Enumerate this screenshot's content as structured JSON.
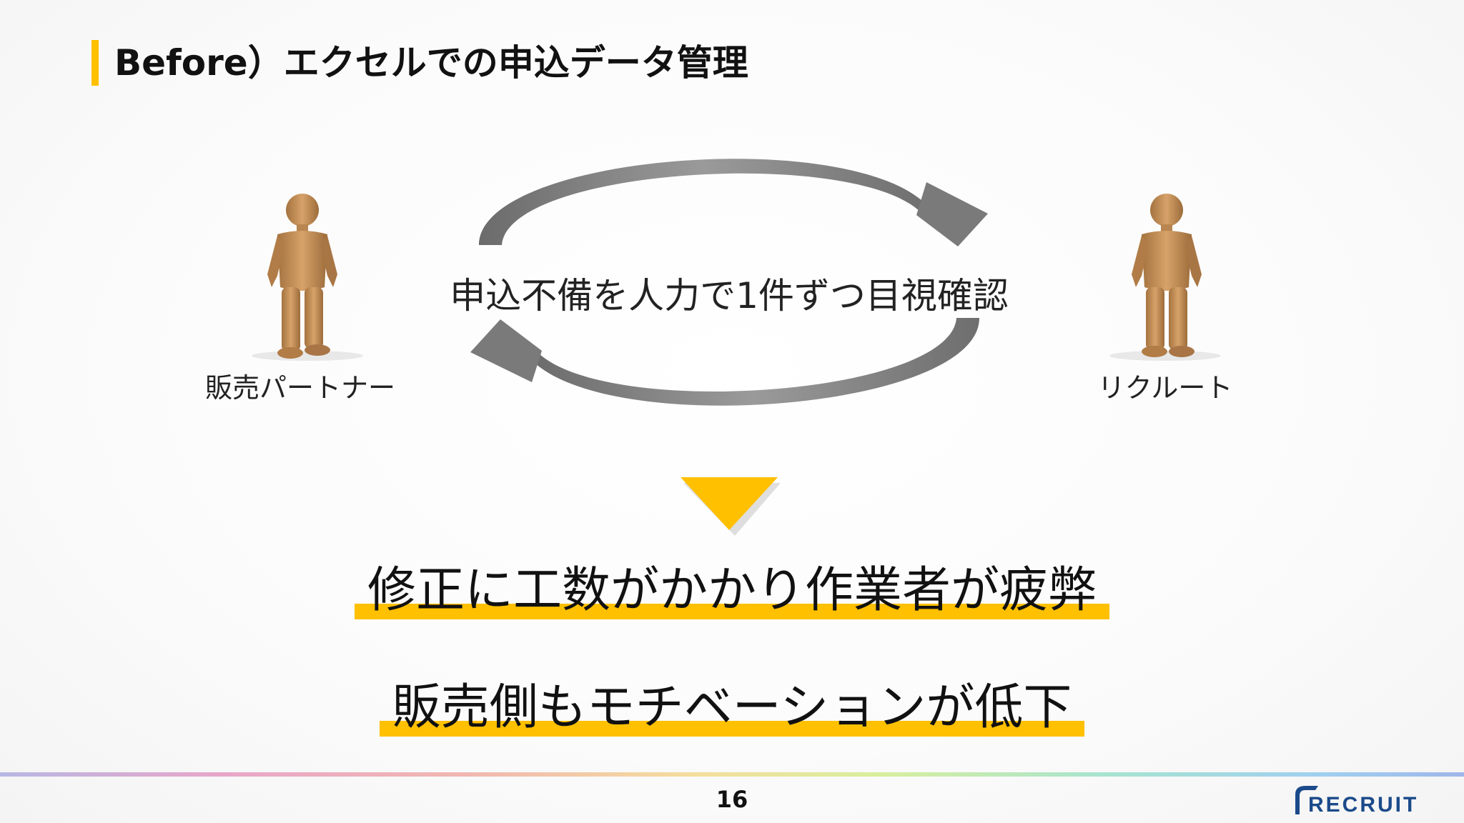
{
  "slide": {
    "title": "Before）エクセルでの申込データ管理",
    "accent_color": "#ffc000"
  },
  "left_actor": {
    "label": "販売パートナー",
    "icon": "person-figure-icon"
  },
  "right_actor": {
    "label": "リクルート",
    "icon": "person-figure-icon"
  },
  "cycle": {
    "text": "申込不備を人力で1件ずつ目視確認",
    "icon": "cycle-arrows-icon"
  },
  "transition_icon": "triangle-down-icon",
  "results": [
    "修正に工数がかかり作業者が疲弊",
    "販売側もモチベーションが低下"
  ],
  "footer": {
    "page_number": "16",
    "logo_text": "RECRUIT"
  }
}
